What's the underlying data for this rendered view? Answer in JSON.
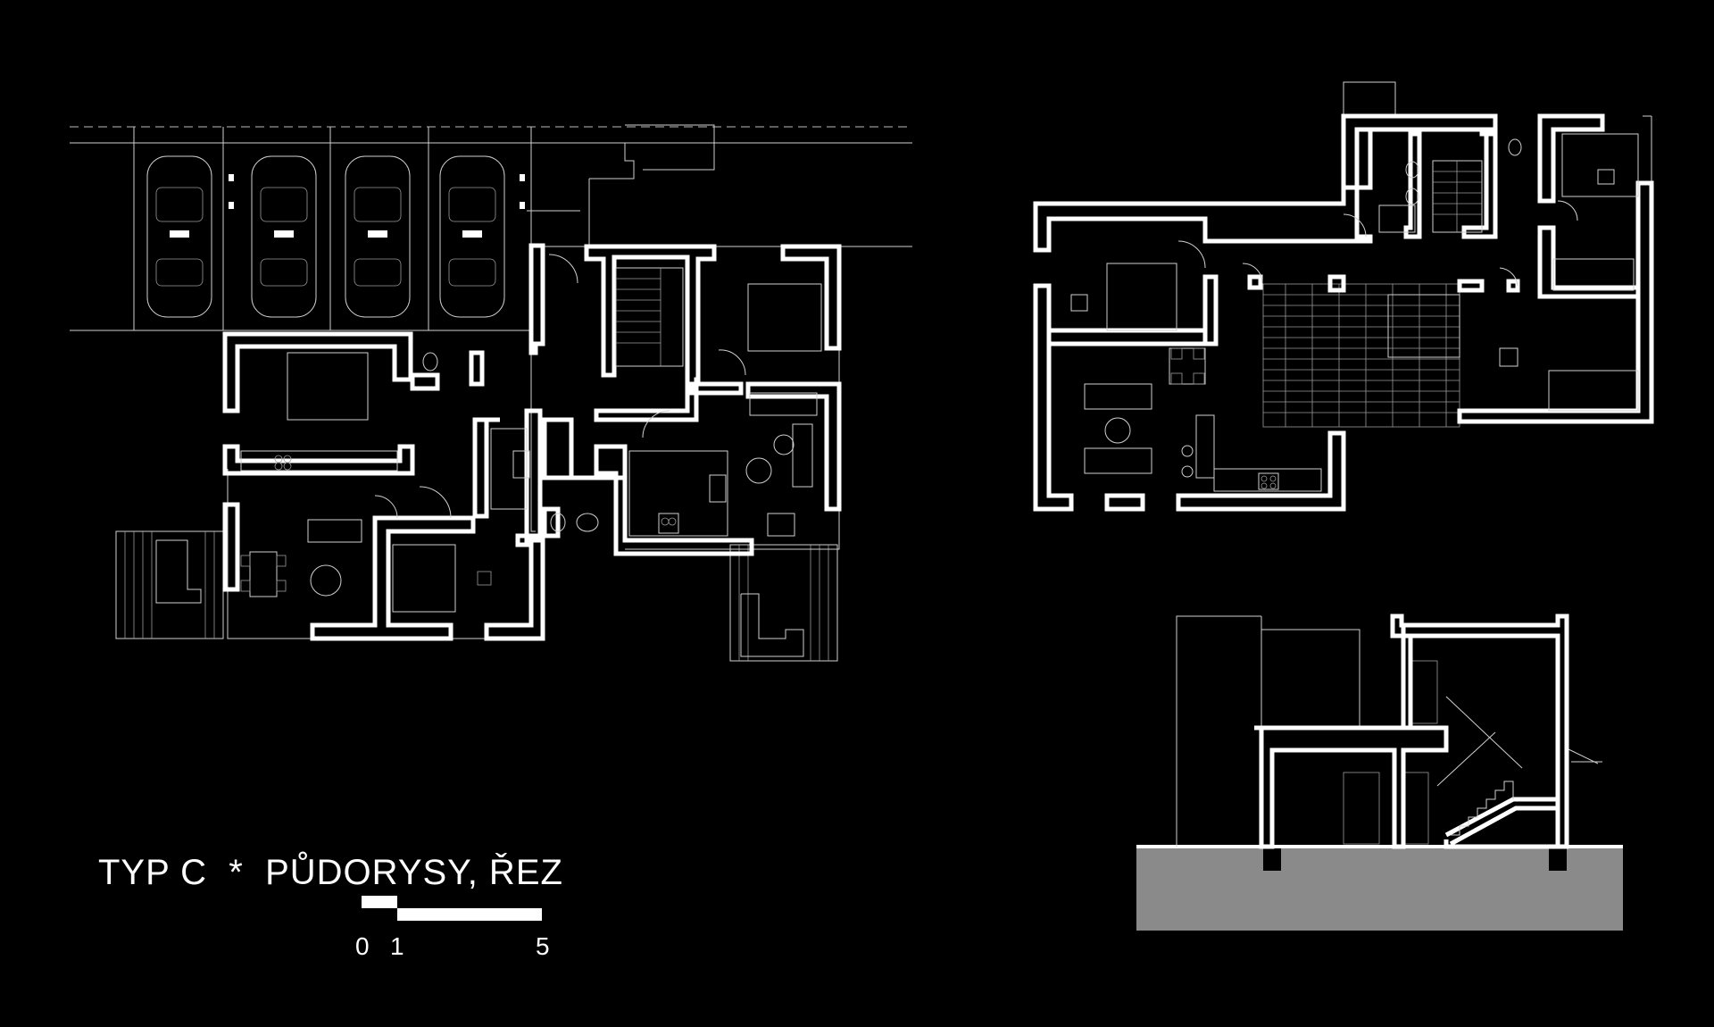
{
  "title": "TYP C  *  PŮDORYSY, ŘEZ",
  "scale_bar": {
    "labels": [
      "0",
      "1",
      "5"
    ]
  },
  "colors": {
    "background": "#000000",
    "lines": "#ffffff",
    "ground": "#8a8a8a"
  }
}
